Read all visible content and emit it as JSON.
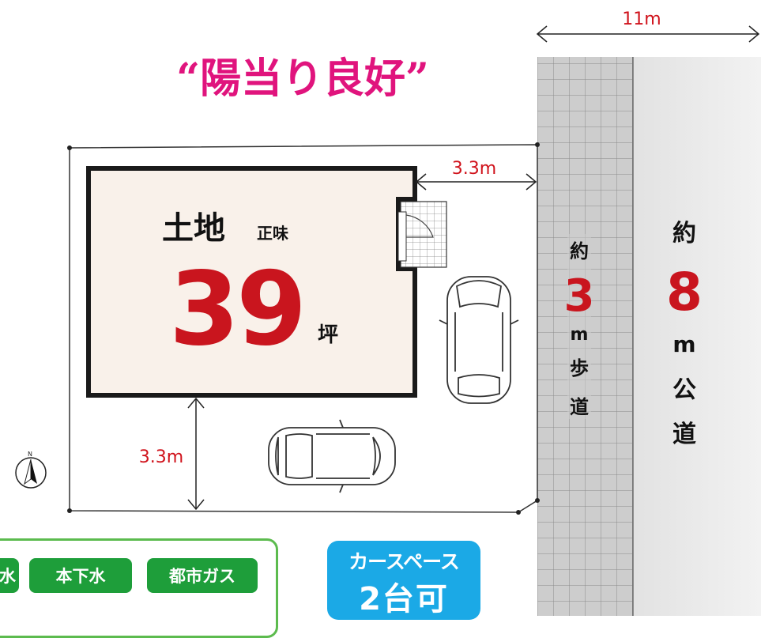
{
  "headline": "“陽当り良好”",
  "road_width_top": "11m",
  "setback_right": "3.3m",
  "setback_bottom": "3.3m",
  "land": {
    "label_main": "土地",
    "label_sub": "正味",
    "area_value": "39",
    "area_unit": "坪"
  },
  "sidewalk": {
    "prefix": "約",
    "width": "3",
    "unit": "m",
    "name": [
      "歩",
      "道"
    ]
  },
  "public_road": {
    "prefix": "約",
    "width": "8",
    "unit": "m",
    "name": [
      "公",
      "道"
    ]
  },
  "compass": {
    "label": "N"
  },
  "features": [
    "下水",
    "本下水",
    "都市ガス"
  ],
  "car_space": {
    "line1": "カースペース",
    "line2": "2台可"
  },
  "colors": {
    "headline": "#e0147d",
    "accent_red": "#d0121b",
    "house_fill": "#f9f1ea",
    "sidewalk": "#cfcfcf",
    "road": "#e4e4e4",
    "badge_green": "#1e9e3a",
    "car_space_blue": "#1ba9e6"
  }
}
